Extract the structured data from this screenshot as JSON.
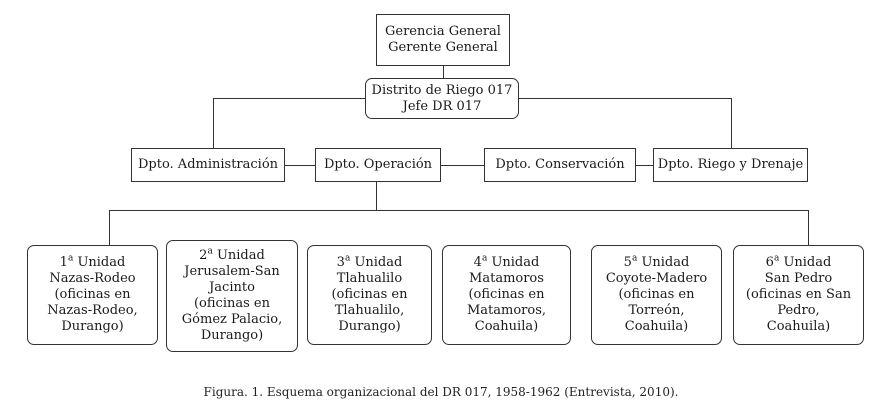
{
  "top": {
    "gerencia": [
      "Gerencia General",
      "Gerente General"
    ],
    "distrito": [
      "Distrito de Riego 017",
      "Jefe DR 017"
    ]
  },
  "departments": {
    "admin": "Dpto. Administración",
    "operacion": "Dpto. Operación",
    "conservacion": "Dpto. Conservación",
    "riego": "Dpto. Riego y Drenaje"
  },
  "units": [
    {
      "num": "1",
      "sup": "a",
      "title": " Unidad",
      "body": "Nazas-Rodeo\n(oficinas en\nNazas-Rodeo,\nDurango)"
    },
    {
      "num": "2",
      "sup": "a",
      "title": " Unidad",
      "body": "Jerusalem-San\nJacinto\n(oficinas en\nGómez Palacio,\nDurango)"
    },
    {
      "num": "3",
      "sup": "a",
      "title": " Unidad",
      "body": "Tlahualilo\n(oficinas en\nTlahualilo,\nDurango)"
    },
    {
      "num": "4",
      "sup": "a",
      "title": " Unidad",
      "body": "Matamoros\n(oficinas en\nMatamoros,\nCoahuila)"
    },
    {
      "num": "5",
      "sup": "a",
      "title": " Unidad",
      "body": "Coyote-Madero\n(oficinas en\nTorreón,\nCoahuila)"
    },
    {
      "num": "6",
      "sup": "a",
      "title": " Unidad",
      "body": "San Pedro\n(oficinas en San\nPedro,\nCoahuila)"
    }
  ],
  "caption": "Figura. 1. Esquema organizacional del DR 017, 1958-1962 (Entrevista, 2010)."
}
